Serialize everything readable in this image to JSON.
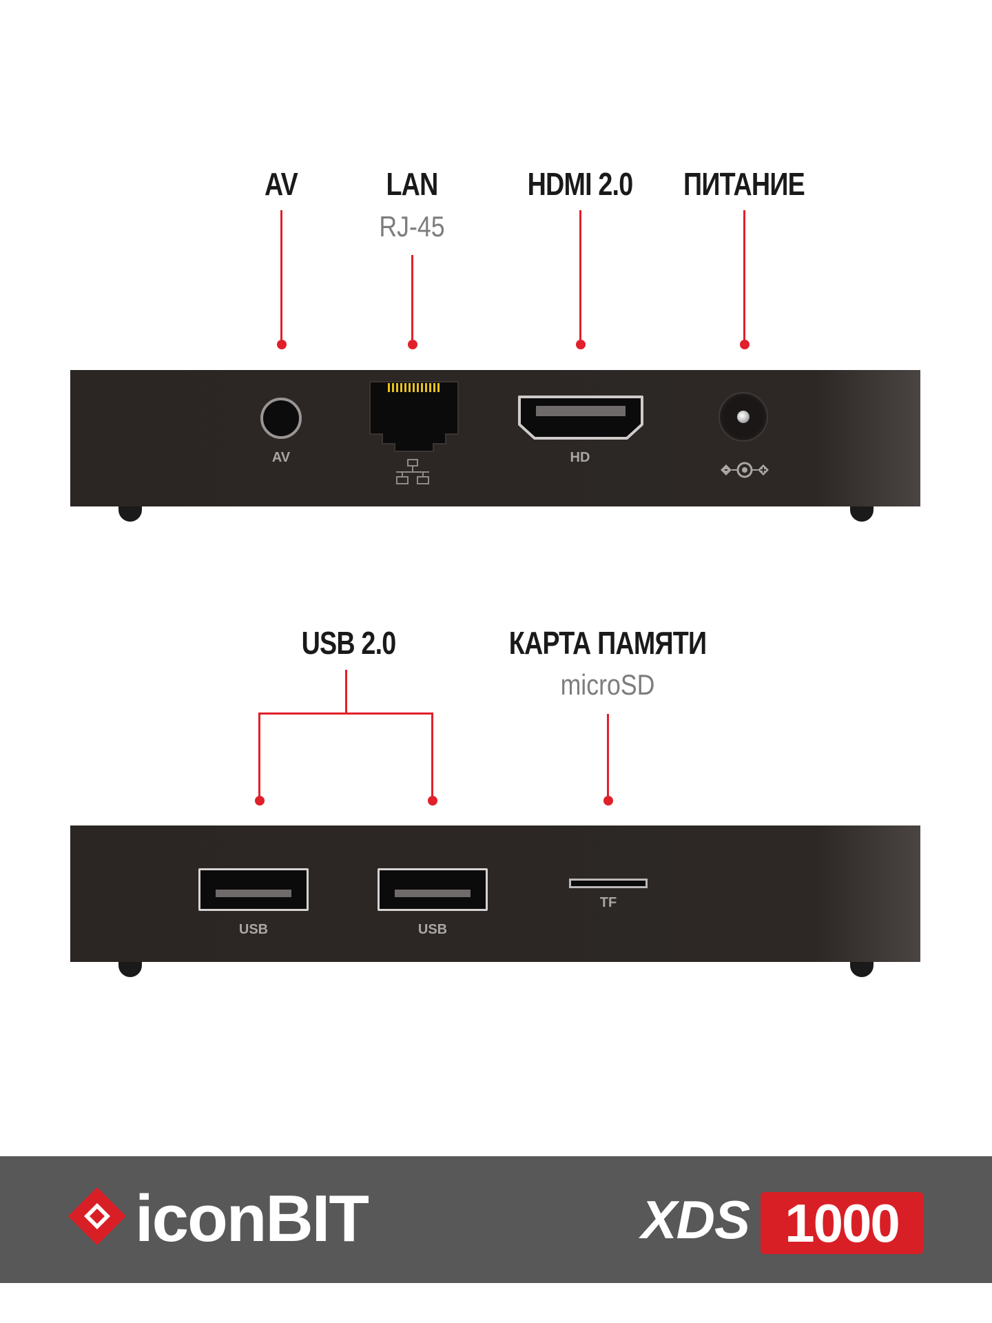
{
  "top_panel": {
    "labels": {
      "av": "AV",
      "lan": "LAN",
      "lan_sub": "RJ-45",
      "hdmi": "HDMI 2.0",
      "power": "ПИТАНИЕ"
    },
    "captions": {
      "av": "AV",
      "hdmi": "HD"
    }
  },
  "bottom_panel": {
    "labels": {
      "usb": "USB 2.0",
      "card": "КАРТА ПАМЯТИ",
      "card_sub": "microSD"
    },
    "captions": {
      "usb1": "USB",
      "usb2": "USB",
      "tf": "TF"
    }
  },
  "footer": {
    "brand": "iconBIT",
    "model_prefix": "XDS",
    "model_number": "1000"
  },
  "colors": {
    "accent": "#e0202a",
    "device": "#2d2826",
    "footer": "#585859",
    "badge": "#d91f26"
  }
}
